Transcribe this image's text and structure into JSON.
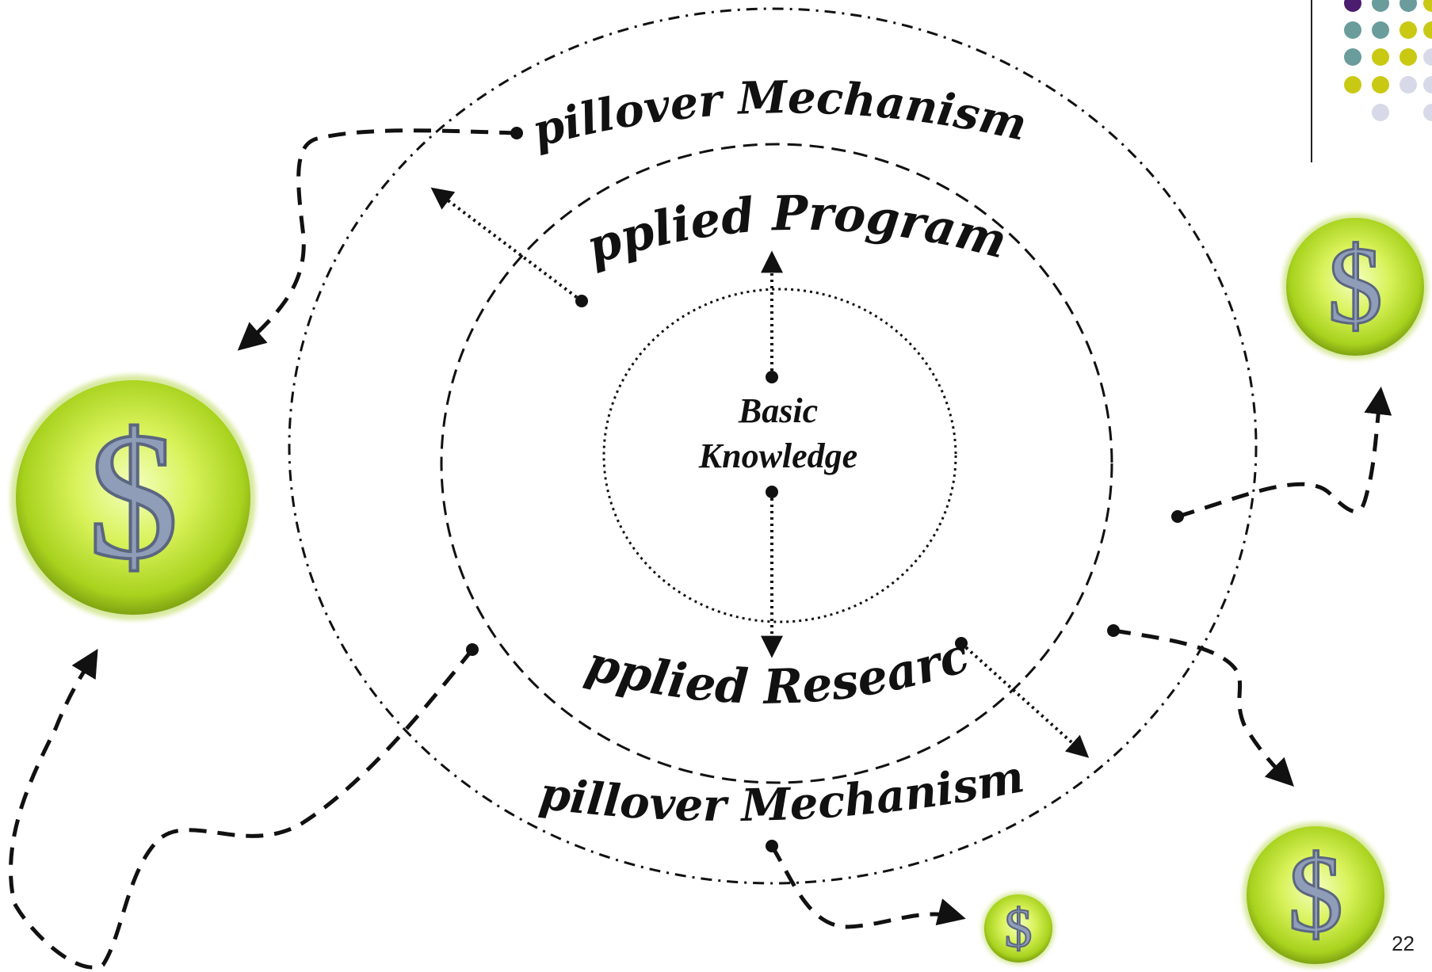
{
  "diagram": {
    "center_label_line1": "Basic",
    "center_label_line2": "Knowledge",
    "inner_ring_label": "Applied Programs",
    "middle_ring_label": "Applied Research",
    "outer_ring_label_top": "Spillover Mechanisms",
    "outer_ring_label_bottom": "Spillover Mechanisms",
    "coin_symbol": "$",
    "page_number": "22"
  },
  "colors": {
    "coin_outer": "#9cc51c",
    "coin_inner": "#d8f25a",
    "coin_highlight": "#f4ffc0",
    "dollar_fill": "#8f9db8",
    "dot_purple": "#4b1d6e",
    "dot_teal": "#6a9c9c",
    "dot_yellow": "#c9c914",
    "dot_lavender": "#d7d9e8"
  },
  "icons": [
    "dollar-coin-icon",
    "decorative-dot-grid"
  ]
}
